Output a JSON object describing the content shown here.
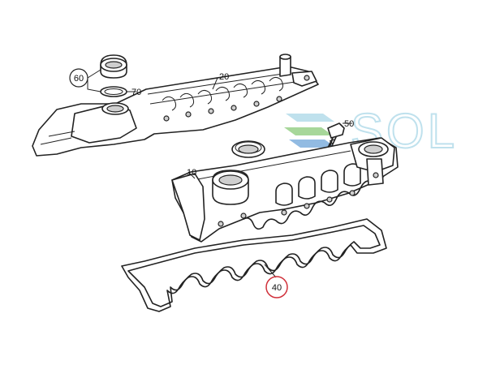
{
  "diagram": {
    "part_labels": [
      "60",
      "70",
      "20",
      "50",
      "10",
      "40"
    ],
    "highlighted_label": "40",
    "highlight_color": "#d0303a"
  },
  "watermark": {
    "text": "SOL",
    "color": "#b4dcea",
    "logo_colors": [
      "#b4dcea",
      "#7ec46a",
      "#4a8fd0"
    ]
  }
}
